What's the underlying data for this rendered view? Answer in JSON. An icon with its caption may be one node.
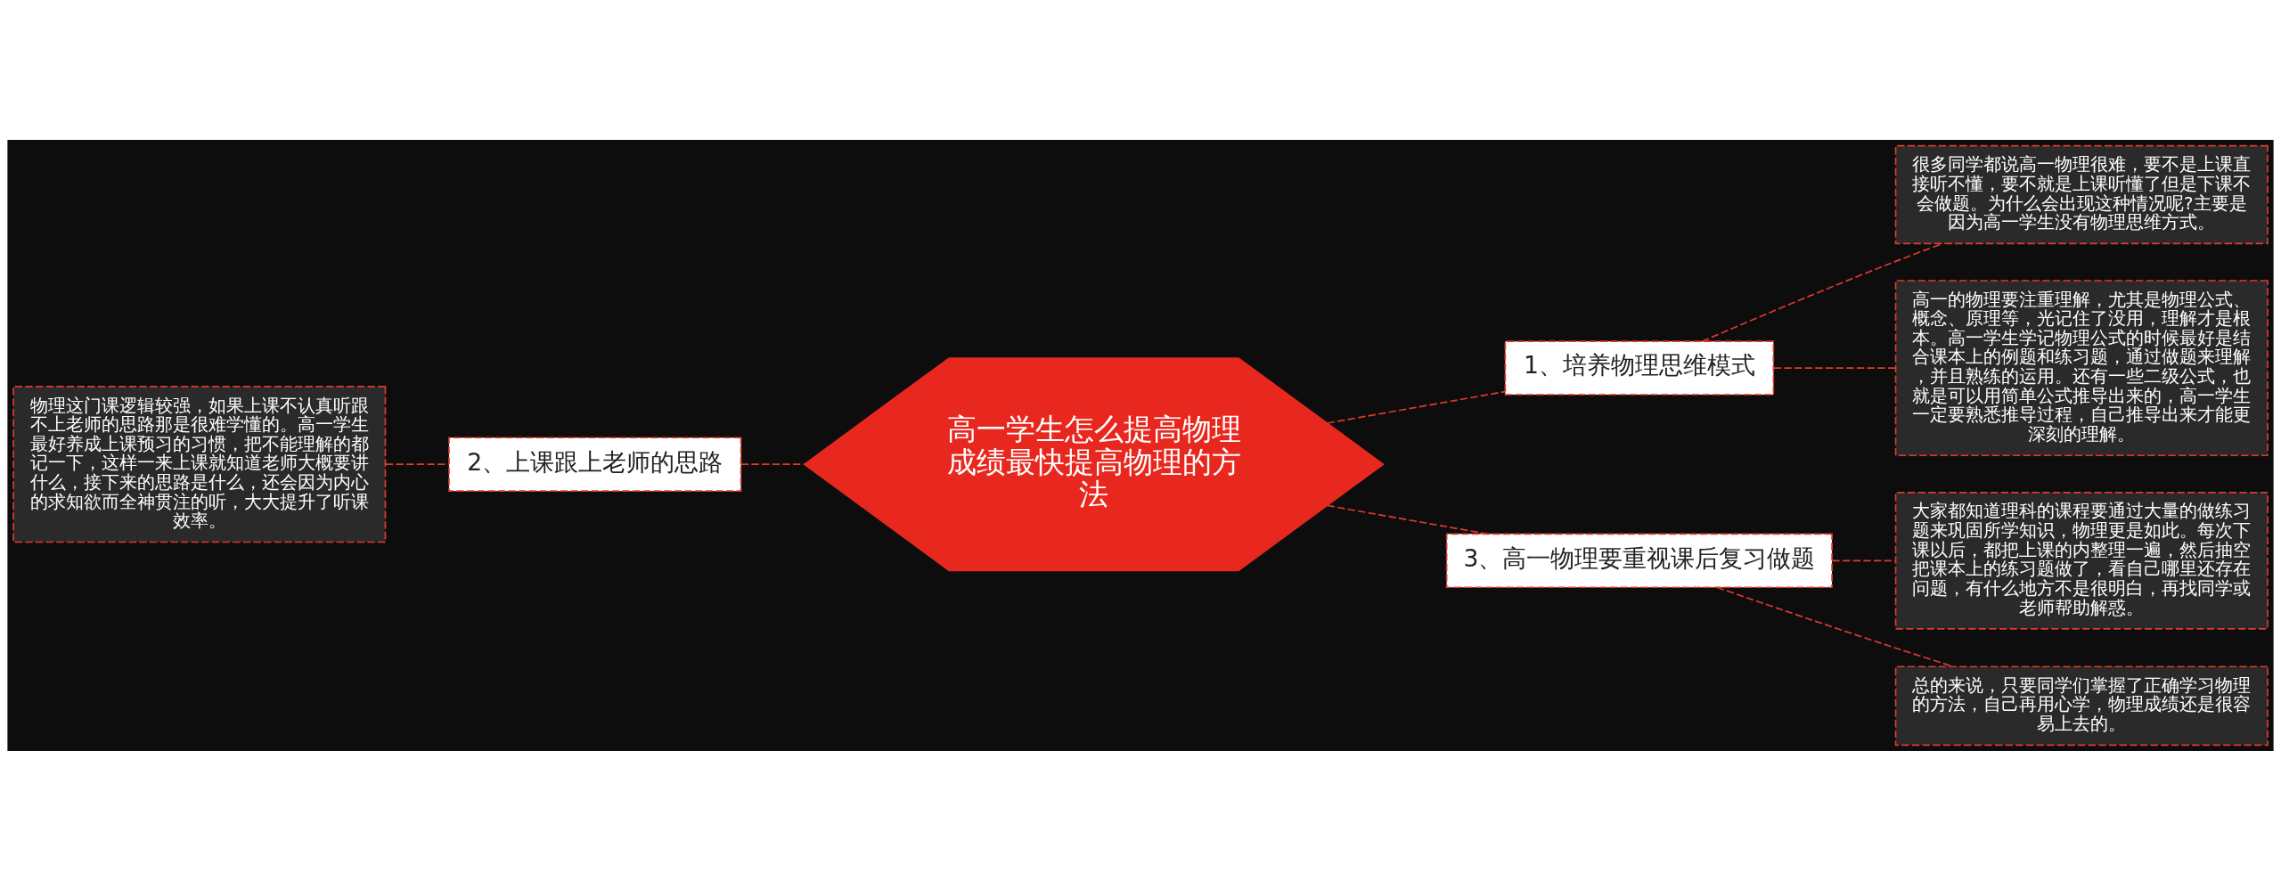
{
  "diagram": {
    "nodes": [
      {
        "text": [
          "高一学生怎么提高物理成绩最快提高物理的方法"
        ]
      },
      {
        "text": [
          "1、培养物理思维模式"
        ]
      },
      {
        "text": [
          "很多同学都说高一物理很难，要不是上课直接听不懂，要不就是上课听懂了但是下课不会做题。为什么会出现这种情况呢?主要是因为高一学生没有物理思维方式。"
        ]
      },
      {
        "text": [
          "高一的物理要注重理解，尤其是物理公式、概念、原理等，光记住了没用，理解才是根本。高一学生学记物理公式的时候最好是结合课本上的例题和练习题，通过做题来理解，并且熟练的运用。还有一些二级公式，也就是可以用简单公式推导出来的，高一学生一定要熟悉推导过程，自己推导出来才能更深刻的理解。"
        ]
      },
      {
        "text": [
          "2、上课跟上老师的思路"
        ]
      },
      {
        "text": [
          "物理这门课逻辑较强，如果上课不认真听跟不上老师的思路那是很难学懂的。高一学生最好养成上课预习的习惯，把不能理解的都记一下，这样一来上课就知道老师大概要讲什么，接下来的思路是什么，还会因为内心的求知欲而全神贯注的听，大大提升了听课效率。"
        ]
      },
      {
        "text": [
          "3、高一物理要重视课后复习做题"
        ]
      },
      {
        "text": [
          "大家都知道理科的课程要通过大量的做练习题来巩固所学知识，物理更是如此。每次下课以后，都把上课的内整理一遍，然后抽空把课本上的练习题做了，看自己哪里还存在问题，有什么地方不是很明白，再找同学或老师帮助解惑。"
        ]
      },
      {
        "text": [
          "总的来说，只要同学们掌握了正确学习物理的方法，自己再用心学，物理成绩还是很容易上去的。"
        ]
      }
    ],
    "edges": [
      {
        "from": 0,
        "to": 1,
        "arrow": "none",
        "style": "dashed"
      },
      {
        "from": 1,
        "to": 2,
        "arrow": "none",
        "style": "dashed"
      },
      {
        "from": 1,
        "to": 3,
        "arrow": "none",
        "style": "dashed"
      },
      {
        "from": 0,
        "to": 4,
        "arrow": "none",
        "style": "dashed"
      },
      {
        "from": 4,
        "to": 5,
        "arrow": "none",
        "style": "dashed"
      },
      {
        "from": 0,
        "to": 6,
        "arrow": "none",
        "style": "dashed"
      },
      {
        "from": 6,
        "to": 7,
        "arrow": "none",
        "style": "dashed"
      },
      {
        "from": 6,
        "to": 8,
        "arrow": "none",
        "style": "dashed"
      }
    ]
  }
}
